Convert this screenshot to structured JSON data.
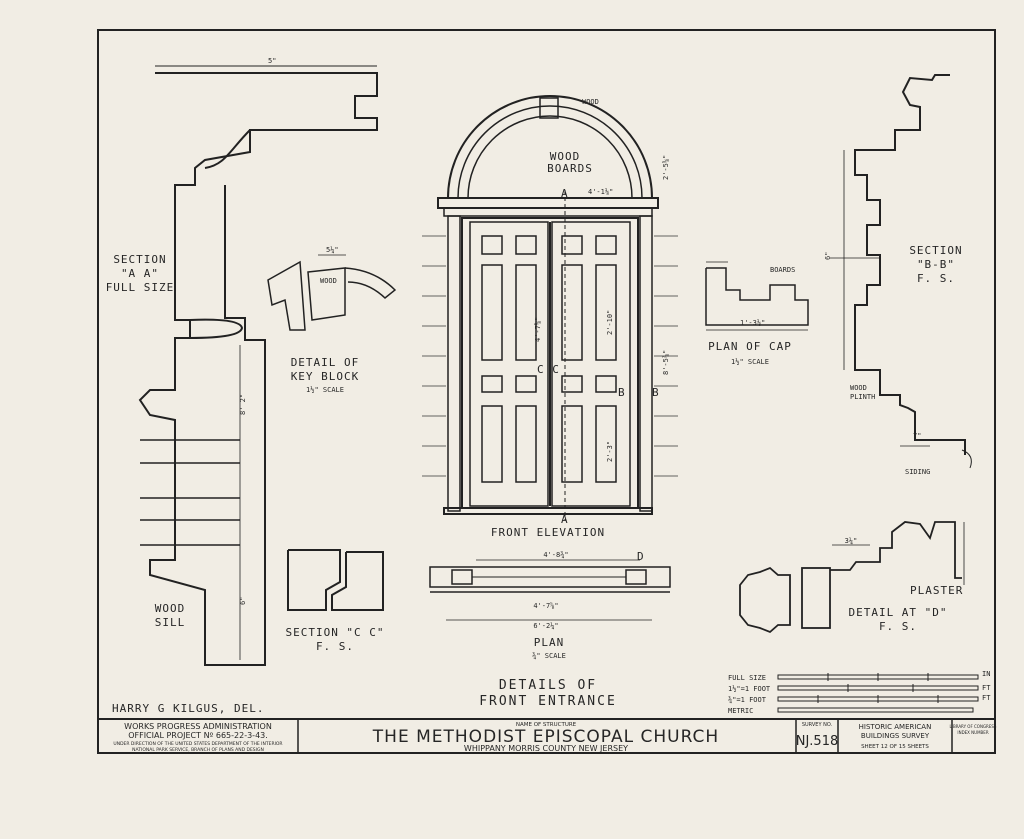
{
  "section_aa": {
    "line1": "SECTION",
    "line2": "\"A A\"",
    "line3": "FULL SIZE",
    "dim_top": "5\"",
    "dim_mid": "8' 2\"",
    "dim_low": "6\"",
    "wood_sill_1": "WOOD",
    "wood_sill_2": "SILL"
  },
  "key_block": {
    "line1": "DETAIL OF",
    "line2": "KEY BLOCK",
    "scale": "1½\" SCALE",
    "wood": "WOOD",
    "dim_top": "5¼\""
  },
  "front_elevation": {
    "title": "FRONT ELEVATION",
    "wood": "WOOD",
    "wood_boards_1": "WOOD",
    "wood_boards_2": "BOARDS",
    "marker_a": "A",
    "marker_b": "B",
    "marker_cc": "C   C",
    "dim_top": "4'-1⅛\"",
    "dim_panel_upper": "2'-10\"",
    "dim_panel_lower": "2'-3\"",
    "dim_center": "4'-7⅝\"",
    "dim_height_right": "8'-5⅞\"",
    "dim_arch": "2'-5⅝\""
  },
  "plan_of_cap": {
    "line1": "PLAN OF CAP",
    "scale": "1½\" SCALE",
    "boards": "BOARDS",
    "dim": "1'-3⅛\""
  },
  "section_bb": {
    "line1": "SECTION",
    "line2": "\"B-B\"",
    "line3": "F. S.",
    "dim": "6\"",
    "wood_plinth_1": "WOOD",
    "wood_plinth_2": "PLINTH",
    "siding": "SIDING",
    "dim_bottom": "7\""
  },
  "section_cc": {
    "line1": "SECTION \"C C\"",
    "line2": "F. S."
  },
  "plan": {
    "line1": "PLAN",
    "scale": "¾\" SCALE",
    "dim_top": "4'-8¾\"",
    "dim_mid": "4'-7⅝\"",
    "dim_overall": "6'-2¼\"",
    "marker_d": "D"
  },
  "detail_d": {
    "line1": "DETAIL AT \"D\"",
    "line2": "F. S.",
    "plaster": "PLASTER",
    "dim": "3¼\""
  },
  "details_title": {
    "line1": "DETAILS OF",
    "line2": "FRONT ENTRANCE"
  },
  "scales": {
    "full_size": "FULL SIZE",
    "one_half": "1½\"=1 FOOT",
    "three_quarter": "¾\"=1 FOOT",
    "metric": "METRIC",
    "unit_in": "IN",
    "unit_ft": "FT"
  },
  "delineator": "HARRY G KILGUS, DEL.",
  "title_block": {
    "wpa_1": "WORKS PROGRESS ADMINISTRATION",
    "wpa_2": "OFFICIAL PROJECT Nº 665-22-3-43.",
    "wpa_3": "UNDER DIRECTION OF THE UNITED STATES DEPARTMENT OF THE INTERIOR",
    "wpa_4": "NATIONAL PARK SERVICE, BRANCH OF PLANS AND DESIGN",
    "name_label": "NAME OF STRUCTURE",
    "structure_name": "THE METHODIST EPISCOPAL CHURCH",
    "location": "WHIPPANY   MORRIS   COUNTY   NEW   JERSEY",
    "survey_label": "SURVEY NO.",
    "survey_no": "NJ.518",
    "habs_1": "HISTORIC AMERICAN",
    "habs_2": "BUILDINGS SURVEY",
    "sheet": "SHEET 12 OF 15 SHEETS",
    "library_1": "LIBRARY OF CONGRESS",
    "library_2": "INDEX NUMBER"
  }
}
